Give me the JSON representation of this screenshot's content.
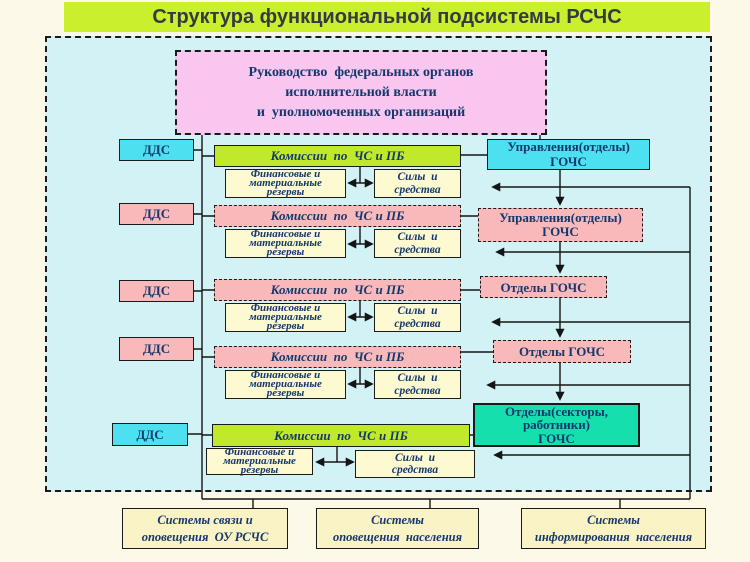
{
  "title": "Структура функциональной подсистемы  РСЧС",
  "top_box": {
    "line1": "Руководство  федеральных органов",
    "line2": "исполнительной власти",
    "line3": "и  уполномоченных организаций"
  },
  "rows": [
    {
      "dds": "ДДС",
      "commission": "Комиссии  по  ЧС и ПБ",
      "fin1": "Финансовые и",
      "fin2": "материальные",
      "fin3": "резервы",
      "forces1": "Силы  и",
      "forces2": "средства",
      "gochs1": "Управления(отделы)",
      "gochs2": "ГОЧС",
      "gochs3": ""
    },
    {
      "dds": "ДДС",
      "commission": "Комиссии  по  ЧС и ПБ",
      "fin1": "Финансовые и",
      "fin2": "материальные",
      "fin3": "резервы",
      "forces1": "Силы  и",
      "forces2": "средства",
      "gochs1": "Управления(отделы)",
      "gochs2": "ГОЧС",
      "gochs3": ""
    },
    {
      "dds": "ДДС",
      "commission": "Комиссии  по  ЧС и ПБ",
      "fin1": "Финансовые и",
      "fin2": "материальные",
      "fin3": "резервы",
      "forces1": "Силы  и",
      "forces2": "средства",
      "gochs1": "Отделы ГОЧС",
      "gochs2": "",
      "gochs3": ""
    },
    {
      "dds": "ДДС",
      "commission": "Комиссии  по  ЧС и ПБ",
      "fin1": "Финансовые и",
      "fin2": "материальные",
      "fin3": "резервы",
      "forces1": "Силы  и",
      "forces2": "средства",
      "gochs1": "Отделы ГОЧС",
      "gochs2": "",
      "gochs3": ""
    },
    {
      "dds": "ДДС",
      "commission": "Комиссии  по  ЧС и ПБ",
      "fin1": "Финансовые и",
      "fin2": "материальные",
      "fin3": "резервы",
      "forces1": "Силы  и",
      "forces2": "средства",
      "gochs1": "Отделы(секторы,",
      "gochs2": "работники)",
      "gochs3": "ГОЧС"
    }
  ],
  "bottom_boxes": [
    {
      "line1": "Системы связи и",
      "line2": "оповещения  ОУ РСЧС"
    },
    {
      "line1": "Системы",
      "line2": "оповещения  населения"
    },
    {
      "line1": "Системы",
      "line2": "информирования  населения"
    }
  ],
  "colors": {
    "page_bg": "#fcf9e9",
    "title_bg": "#c9ef2d",
    "canvas_bg": "#d3f2f5",
    "cyan_box": "#4ce0f0",
    "pink_box": "#f9b9ba",
    "green_box": "#bfe92a",
    "pale_yellow_box": "#fdf9d0",
    "leadership_box": "#f8c6ef",
    "teal_box": "#16dfae",
    "bottom_box": "#f9f3c5",
    "text_navy": "#14386e",
    "line_color": "#151515"
  }
}
